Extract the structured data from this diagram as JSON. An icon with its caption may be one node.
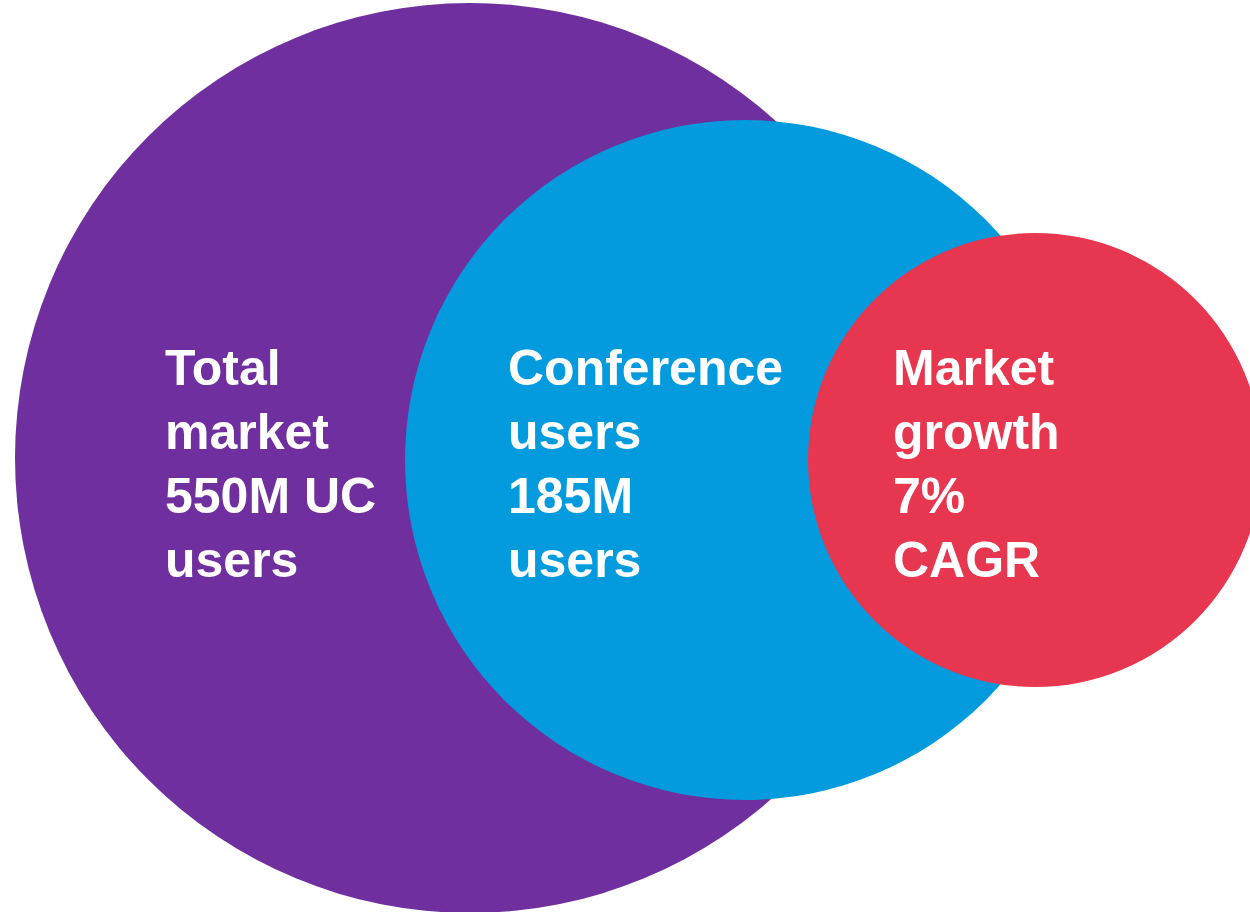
{
  "diagram": {
    "nodes": [
      {
        "text": [
          "Total market 550M UC users"
        ]
      },
      {
        "text": [
          "Conference users 185M users"
        ]
      },
      {
        "text": [
          "Market growth 7% CAGR"
        ]
      }
    ]
  }
}
